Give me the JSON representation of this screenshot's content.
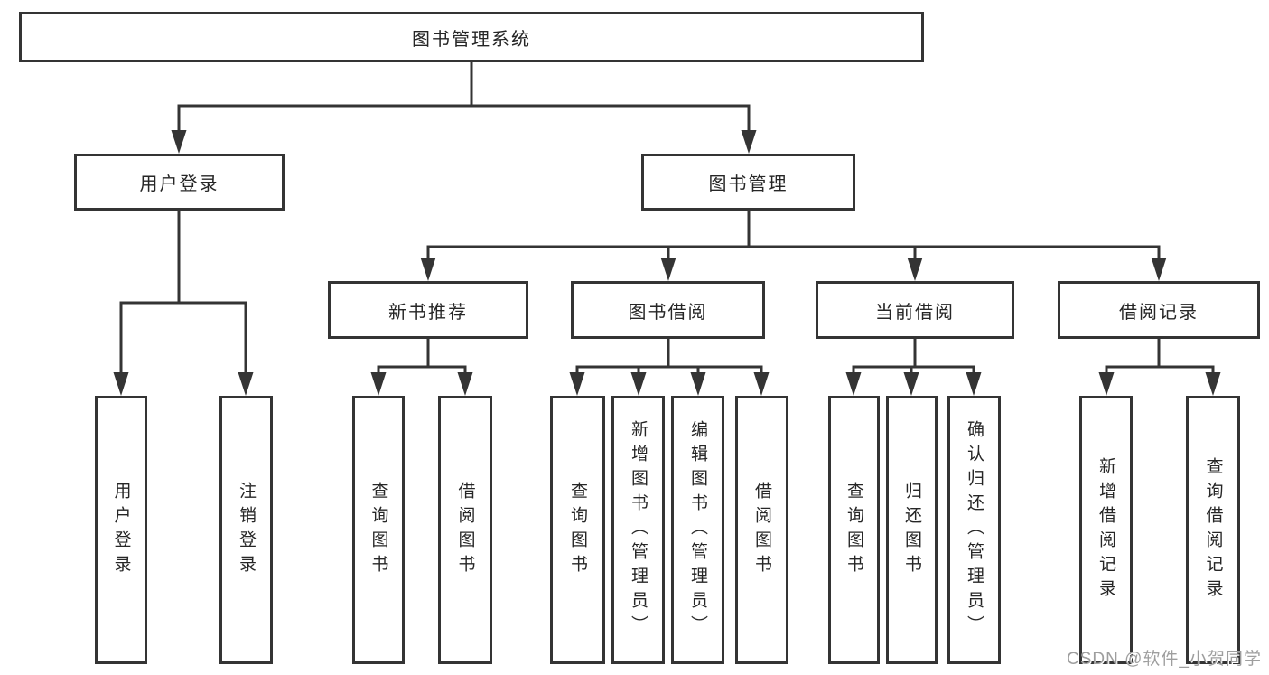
{
  "diagram": {
    "type": "tree",
    "tree": {
      "root": {
        "label": "图书管理系统",
        "children": [
          {
            "label": "用户登录",
            "children": [
              {
                "label": "用户登录"
              },
              {
                "label": "注销登录"
              }
            ]
          },
          {
            "label": "图书管理",
            "children": [
              {
                "label": "新书推荐",
                "children": [
                  {
                    "label": "查询图书"
                  },
                  {
                    "label": "借阅图书"
                  }
                ]
              },
              {
                "label": "图书借阅",
                "children": [
                  {
                    "label": "查询图书"
                  },
                  {
                    "label": "新增图书（管理员）"
                  },
                  {
                    "label": "编辑图书（管理员）"
                  },
                  {
                    "label": "借阅图书"
                  }
                ]
              },
              {
                "label": "当前借阅",
                "children": [
                  {
                    "label": "查询图书"
                  },
                  {
                    "label": "归还图书"
                  },
                  {
                    "label": "确认归还（管理员）"
                  }
                ]
              },
              {
                "label": "借阅记录",
                "children": [
                  {
                    "label": "新增借阅记录"
                  },
                  {
                    "label": "查询借阅记录"
                  }
                ]
              }
            ]
          }
        ]
      }
    },
    "colors": {
      "line": "#343434",
      "box_border": "#343434",
      "text": "#262626",
      "background": "#ffffff",
      "watermark_text": "#9e9e9e"
    }
  },
  "watermark": {
    "text": "CSDN @软件_小贺同学"
  }
}
